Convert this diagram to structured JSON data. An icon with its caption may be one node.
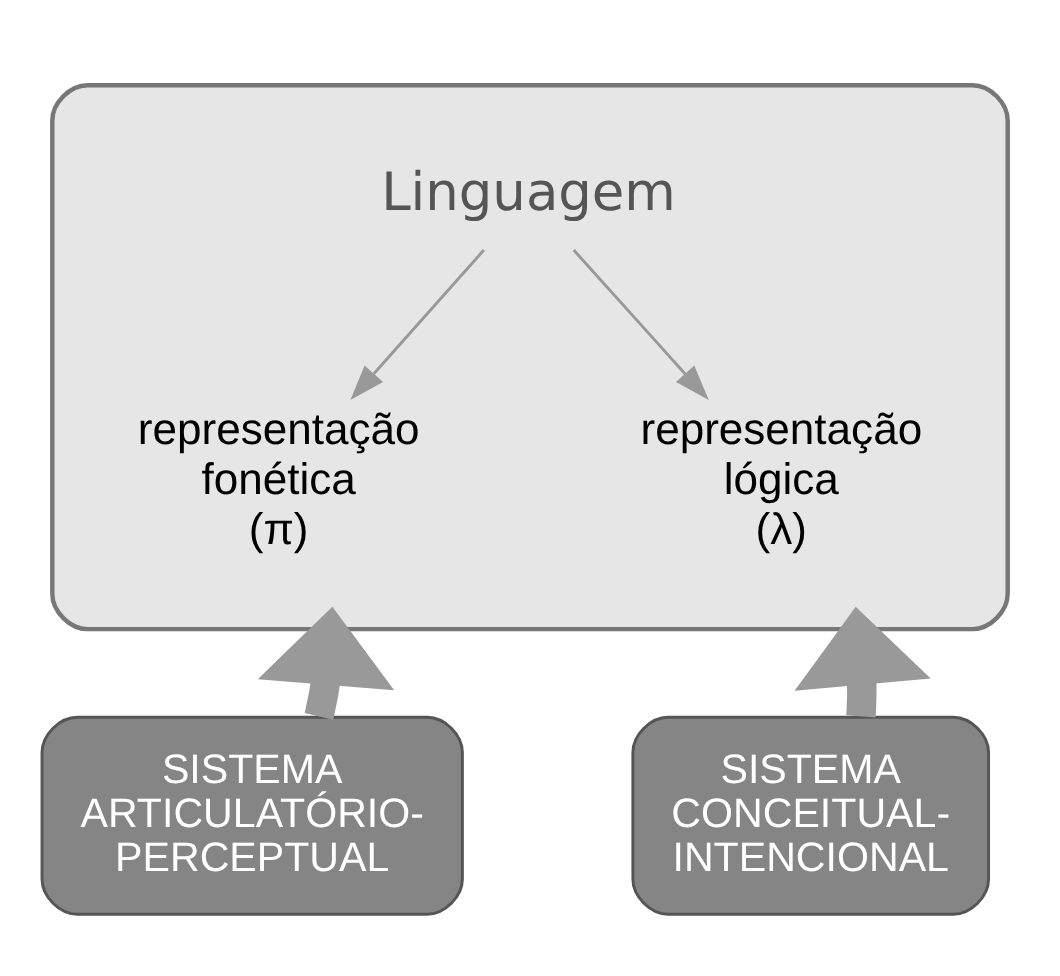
{
  "diagram": {
    "nodes": [
      {
        "text": [],
        "shape": "box"
      },
      {
        "text": [
          "Linguagem"
        ],
        "in": 0
      },
      {
        "text": [
          "representação fonética",
          "(π)"
        ],
        "in": 0
      },
      {
        "text": [
          "representação lógica",
          "(λ)"
        ],
        "in": 0
      },
      {
        "text": [
          "SISTEMA ARTICULATÓRIO-PERCEPTUAL"
        ]
      },
      {
        "text": [
          "SISTEMA CONCEITUAL-INTENCIONAL"
        ]
      }
    ],
    "edges": [
      {
        "from": 1,
        "to": 2,
        "arrow": "to"
      },
      {
        "from": 1,
        "to": 3,
        "arrow": "to"
      },
      {
        "from": 4,
        "to": 0,
        "arrow": "to",
        "style": "thick"
      },
      {
        "from": 5,
        "to": 0,
        "arrow": "to",
        "style": "thick"
      }
    ]
  }
}
